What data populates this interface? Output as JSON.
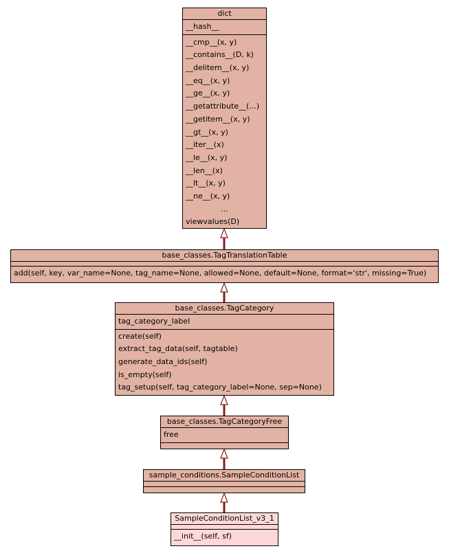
{
  "classes": {
    "dict": {
      "name": "dict",
      "attributes": [
        "__hash__"
      ],
      "methods": [
        "__cmp__(x, y)",
        "__contains__(D, k)",
        "__delitem__(x, y)",
        "__eq__(x, y)",
        "__ge__(x, y)",
        "__getattribute__(...)",
        "__getitem__(x, y)",
        "__gt__(x, y)",
        "__iter__(x)",
        "__le__(x, y)",
        "__len__(x)",
        "__lt__(x, y)",
        "__ne__(x, y)",
        "...",
        "viewvalues(D)"
      ]
    },
    "tag_translation_table": {
      "name": "base_classes.TagTranslationTable",
      "attributes": [],
      "methods": [
        "add(self, key, var_name=None, tag_name=None, allowed=None, default=None, format='str', missing=True)"
      ]
    },
    "tag_category": {
      "name": "base_classes.TagCategory",
      "attributes": [
        "tag_category_label"
      ],
      "methods": [
        "create(self)",
        "extract_tag_data(self, tagtable)",
        "generate_data_ids(self)",
        "is_empty(self)",
        "tag_setup(self, tag_category_label=None, sep=None)"
      ]
    },
    "tag_category_free": {
      "name": "base_classes.TagCategoryFree",
      "attributes": [
        "free"
      ],
      "methods": []
    },
    "sample_condition_list": {
      "name": "sample_conditions.SampleConditionList",
      "attributes": [],
      "methods": []
    },
    "sample_condition_list_v3_1": {
      "name": "SampleConditionList_v3_1",
      "attributes": [],
      "methods": [
        "__init__(self, sf)"
      ]
    }
  },
  "colors": {
    "class_fill": "#e2b3a4",
    "leaf_fill": "#fdd8d8",
    "edge": "#8b1a1a"
  }
}
